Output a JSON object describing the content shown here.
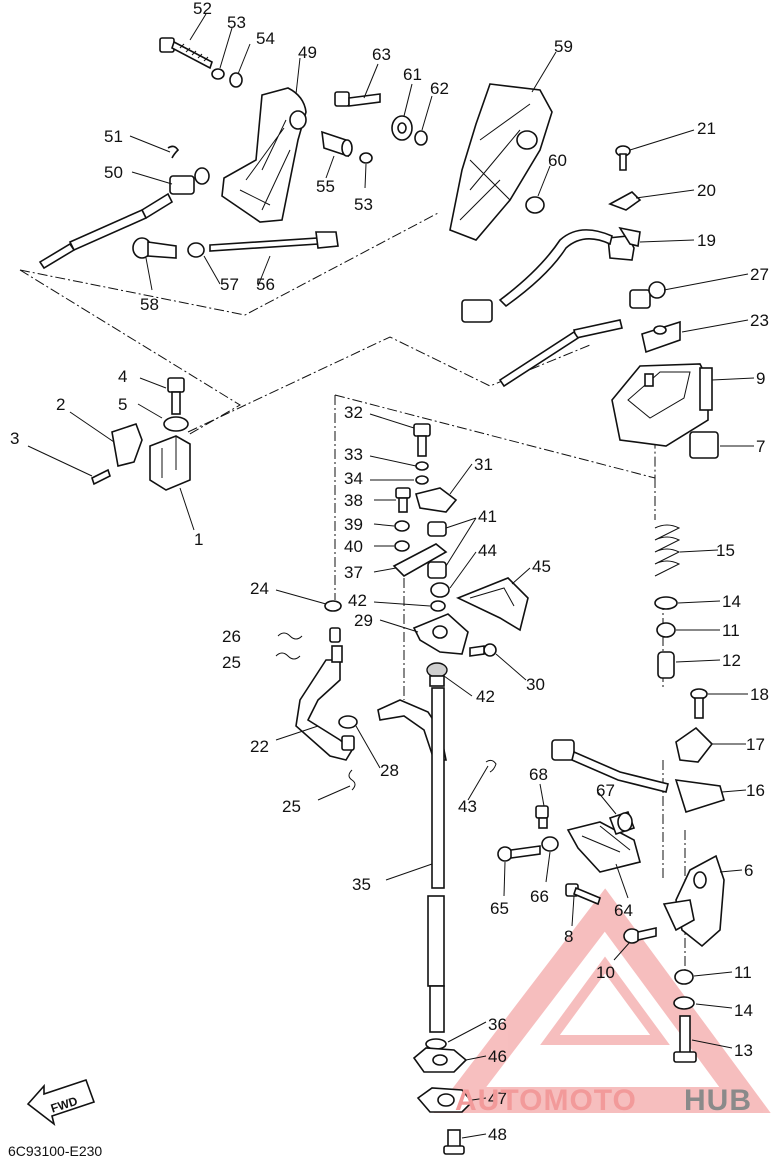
{
  "reference_code": "6C93100-E230",
  "fwd_label": "FWD",
  "watermark": {
    "part1": "AUTOMOTO",
    "part2": "HUB",
    "color1": "#f29a9a",
    "color2": "#8a8a8a"
  },
  "labels": [
    {
      "id": "1",
      "text": "1"
    },
    {
      "id": "2",
      "text": "2"
    },
    {
      "id": "3",
      "text": "3"
    },
    {
      "id": "4",
      "text": "4"
    },
    {
      "id": "5",
      "text": "5"
    },
    {
      "id": "6",
      "text": "6"
    },
    {
      "id": "7",
      "text": "7"
    },
    {
      "id": "8",
      "text": "8"
    },
    {
      "id": "9",
      "text": "9"
    },
    {
      "id": "10",
      "text": "10"
    },
    {
      "id": "11a",
      "text": "11"
    },
    {
      "id": "11b",
      "text": "11"
    },
    {
      "id": "12",
      "text": "12"
    },
    {
      "id": "13",
      "text": "13"
    },
    {
      "id": "14a",
      "text": "14"
    },
    {
      "id": "14b",
      "text": "14"
    },
    {
      "id": "15",
      "text": "15"
    },
    {
      "id": "16",
      "text": "16"
    },
    {
      "id": "17",
      "text": "17"
    },
    {
      "id": "18",
      "text": "18"
    },
    {
      "id": "19",
      "text": "19"
    },
    {
      "id": "20",
      "text": "20"
    },
    {
      "id": "21",
      "text": "21"
    },
    {
      "id": "22",
      "text": "22"
    },
    {
      "id": "23",
      "text": "23"
    },
    {
      "id": "24",
      "text": "24"
    },
    {
      "id": "25a",
      "text": "25"
    },
    {
      "id": "25b",
      "text": "25"
    },
    {
      "id": "26",
      "text": "26"
    },
    {
      "id": "27",
      "text": "27"
    },
    {
      "id": "28",
      "text": "28"
    },
    {
      "id": "29",
      "text": "29"
    },
    {
      "id": "30",
      "text": "30"
    },
    {
      "id": "31",
      "text": "31"
    },
    {
      "id": "32",
      "text": "32"
    },
    {
      "id": "33",
      "text": "33"
    },
    {
      "id": "34",
      "text": "34"
    },
    {
      "id": "35",
      "text": "35"
    },
    {
      "id": "36",
      "text": "36"
    },
    {
      "id": "37",
      "text": "37"
    },
    {
      "id": "38",
      "text": "38"
    },
    {
      "id": "39",
      "text": "39"
    },
    {
      "id": "40",
      "text": "40"
    },
    {
      "id": "41",
      "text": "41"
    },
    {
      "id": "42a",
      "text": "42"
    },
    {
      "id": "42b",
      "text": "42"
    },
    {
      "id": "43",
      "text": "43"
    },
    {
      "id": "44",
      "text": "44"
    },
    {
      "id": "45",
      "text": "45"
    },
    {
      "id": "46",
      "text": "46"
    },
    {
      "id": "47",
      "text": "47"
    },
    {
      "id": "48",
      "text": "48"
    },
    {
      "id": "49",
      "text": "49"
    },
    {
      "id": "50",
      "text": "50"
    },
    {
      "id": "51",
      "text": "51"
    },
    {
      "id": "52",
      "text": "52"
    },
    {
      "id": "53a",
      "text": "53"
    },
    {
      "id": "53b",
      "text": "53"
    },
    {
      "id": "54",
      "text": "54"
    },
    {
      "id": "55",
      "text": "55"
    },
    {
      "id": "56",
      "text": "56"
    },
    {
      "id": "57",
      "text": "57"
    },
    {
      "id": "58",
      "text": "58"
    },
    {
      "id": "59",
      "text": "59"
    },
    {
      "id": "60",
      "text": "60"
    },
    {
      "id": "61",
      "text": "61"
    },
    {
      "id": "62",
      "text": "62"
    },
    {
      "id": "63",
      "text": "63"
    },
    {
      "id": "64",
      "text": "64"
    },
    {
      "id": "65",
      "text": "65"
    },
    {
      "id": "66",
      "text": "66"
    },
    {
      "id": "67",
      "text": "67"
    },
    {
      "id": "68",
      "text": "68"
    }
  ]
}
